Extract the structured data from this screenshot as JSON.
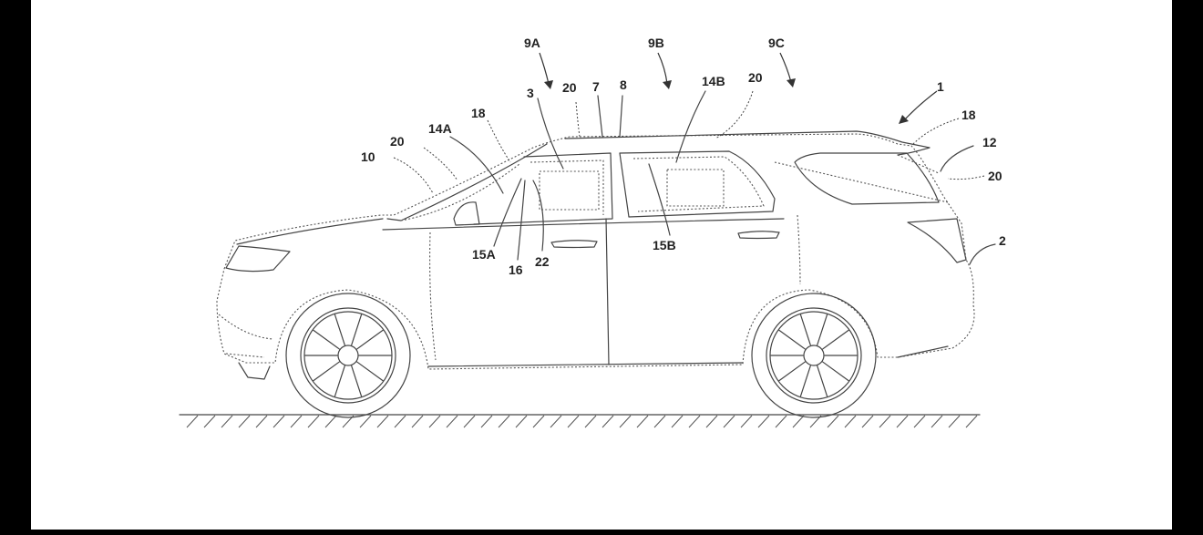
{
  "figure": {
    "reference_numerals": {
      "vehicle": "1",
      "ground": "2",
      "front_door_window": "3",
      "pillar_b": "7",
      "pillar_b_rear": "8",
      "section_front": "9A",
      "section_middle": "9B",
      "section_rear": "9C",
      "windshield": "10",
      "rear_window": "12",
      "display_front": "14A",
      "display_rear": "14B",
      "projector_front": "15A",
      "projector_rear": "15B",
      "mirror": "16",
      "spoiler_top": "18",
      "spoiler_rear": "18",
      "sensor_windshield": "20",
      "sensor_roof_front": "20",
      "sensor_roof_rear": "20",
      "sensor_rear": "20",
      "interior": "22"
    }
  }
}
